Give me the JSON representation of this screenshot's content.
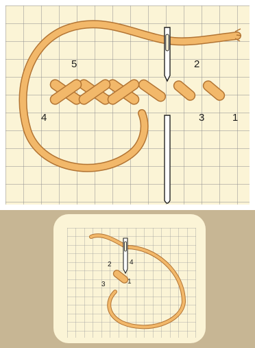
{
  "illustration_top": {
    "stitch_numbers": [
      "1",
      "2",
      "3",
      "4",
      "5"
    ]
  },
  "illustration_bottom": {
    "stitch_numbers": [
      "1",
      "2",
      "3",
      "4"
    ]
  },
  "colors": {
    "thread": "#f2b86a",
    "thread_outline": "#b27433",
    "grid_background": "#fbf4d6",
    "grid_line": "#8d8d8d",
    "surround": "#cdbb9a",
    "needle": "#ffffff"
  }
}
